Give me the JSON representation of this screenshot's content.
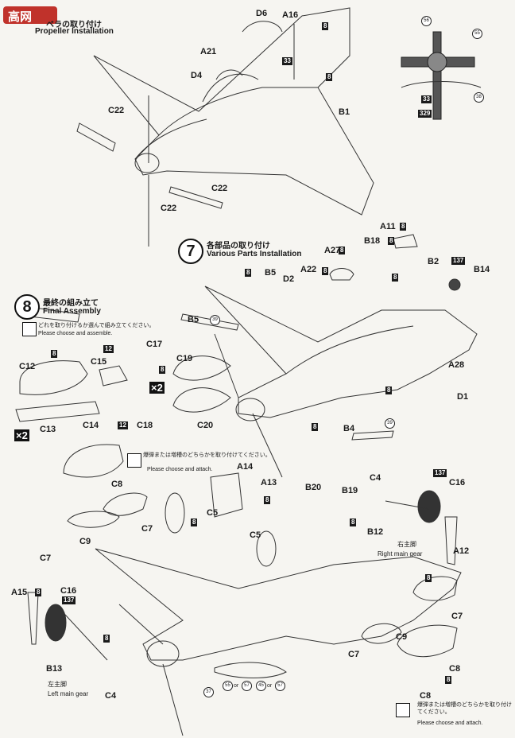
{
  "watermark": {
    "text": "高网"
  },
  "step6": {
    "jp": "ベラの取り付け",
    "en": "Propeller Installation"
  },
  "step7": {
    "num": "7",
    "jp": "各部品の取り付け",
    "en": "Various Parts Installation"
  },
  "step8": {
    "num": "8",
    "jp": "最終の組み立て",
    "en": "Final Assembly"
  },
  "notes": {
    "choose_assemble_jp": "どれを取り付けるか選んで組み立てください。",
    "choose_assemble_en": "Please choose and assemble.",
    "choose_attach_jp": "爆弾または増槽のどちらかを取り付けてください。",
    "choose_attach_en": "Please choose and attach."
  },
  "gear": {
    "right_jp": "右主脚",
    "right_en": "Right main gear",
    "left_jp": "左主脚",
    "left_en": "Left main gear"
  },
  "multipliers": {
    "x2": "×2"
  },
  "labels": {
    "D6": "D6",
    "A16": "A16",
    "A21": "A21",
    "D4": "D4",
    "B1": "B1",
    "C22": "C22",
    "A11": "A11",
    "B18": "B18",
    "B2": "B2",
    "A27": "A27",
    "B14": "B14",
    "B5": "B5",
    "D2": "D2",
    "A22": "A22",
    "A28": "A28",
    "D1": "D1",
    "B4": "B4",
    "C12": "C12",
    "C13": "C13",
    "C15": "C15",
    "C17": "C17",
    "C14": "C14",
    "C18": "C18",
    "C19": "C19",
    "C20": "C20",
    "C8": "C8",
    "C7": "C7",
    "C9": "C9",
    "A14": "A14",
    "A13": "A13",
    "C5": "C5",
    "B20": "B20",
    "B19": "B19",
    "C4": "C4",
    "C16": "C16",
    "B12": "B12",
    "A12": "A12",
    "A15": "A15",
    "B13": "B13"
  },
  "badges": {
    "p8": "8",
    "p12": "12",
    "p137": "137",
    "p329": "329",
    "p33": "33"
  },
  "circles": {
    "c56": "56",
    "c55": "55",
    "c38": "38",
    "c39": "39",
    "c37": "37",
    "c45": "45",
    "c57": "57"
  },
  "small_text": {
    "or": "or"
  }
}
